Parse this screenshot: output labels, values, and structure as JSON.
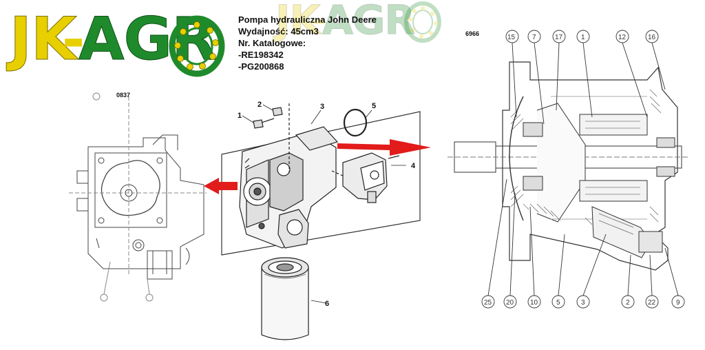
{
  "logo": {
    "jk": "JK",
    "dash": "-",
    "agr": "AGR",
    "colors": {
      "yellow": "#e7cf00",
      "green": "#1f8a2b"
    }
  },
  "product": {
    "title": "Pompa hydrauliczna John Deere",
    "capacity": "Wydajność: 45cm3",
    "catalog_label": "Nr. Katalogowe:",
    "catalog_numbers": [
      "-RE198342",
      "-PG200868"
    ]
  },
  "diagrams": {
    "left_ref": "0837",
    "right_ref": "6966",
    "center_parts": [
      "1",
      "2",
      "3",
      "5",
      "4",
      "6"
    ],
    "section_top_callouts": [
      "15",
      "7",
      "17",
      "1",
      "12",
      "16"
    ],
    "section_bottom_callouts": [
      "25",
      "20",
      "10",
      "5",
      "3",
      "2",
      "22",
      "9"
    ]
  },
  "icons": [
    "bearing-ring-icon",
    "arrow-left-icon",
    "arrow-right-icon"
  ]
}
